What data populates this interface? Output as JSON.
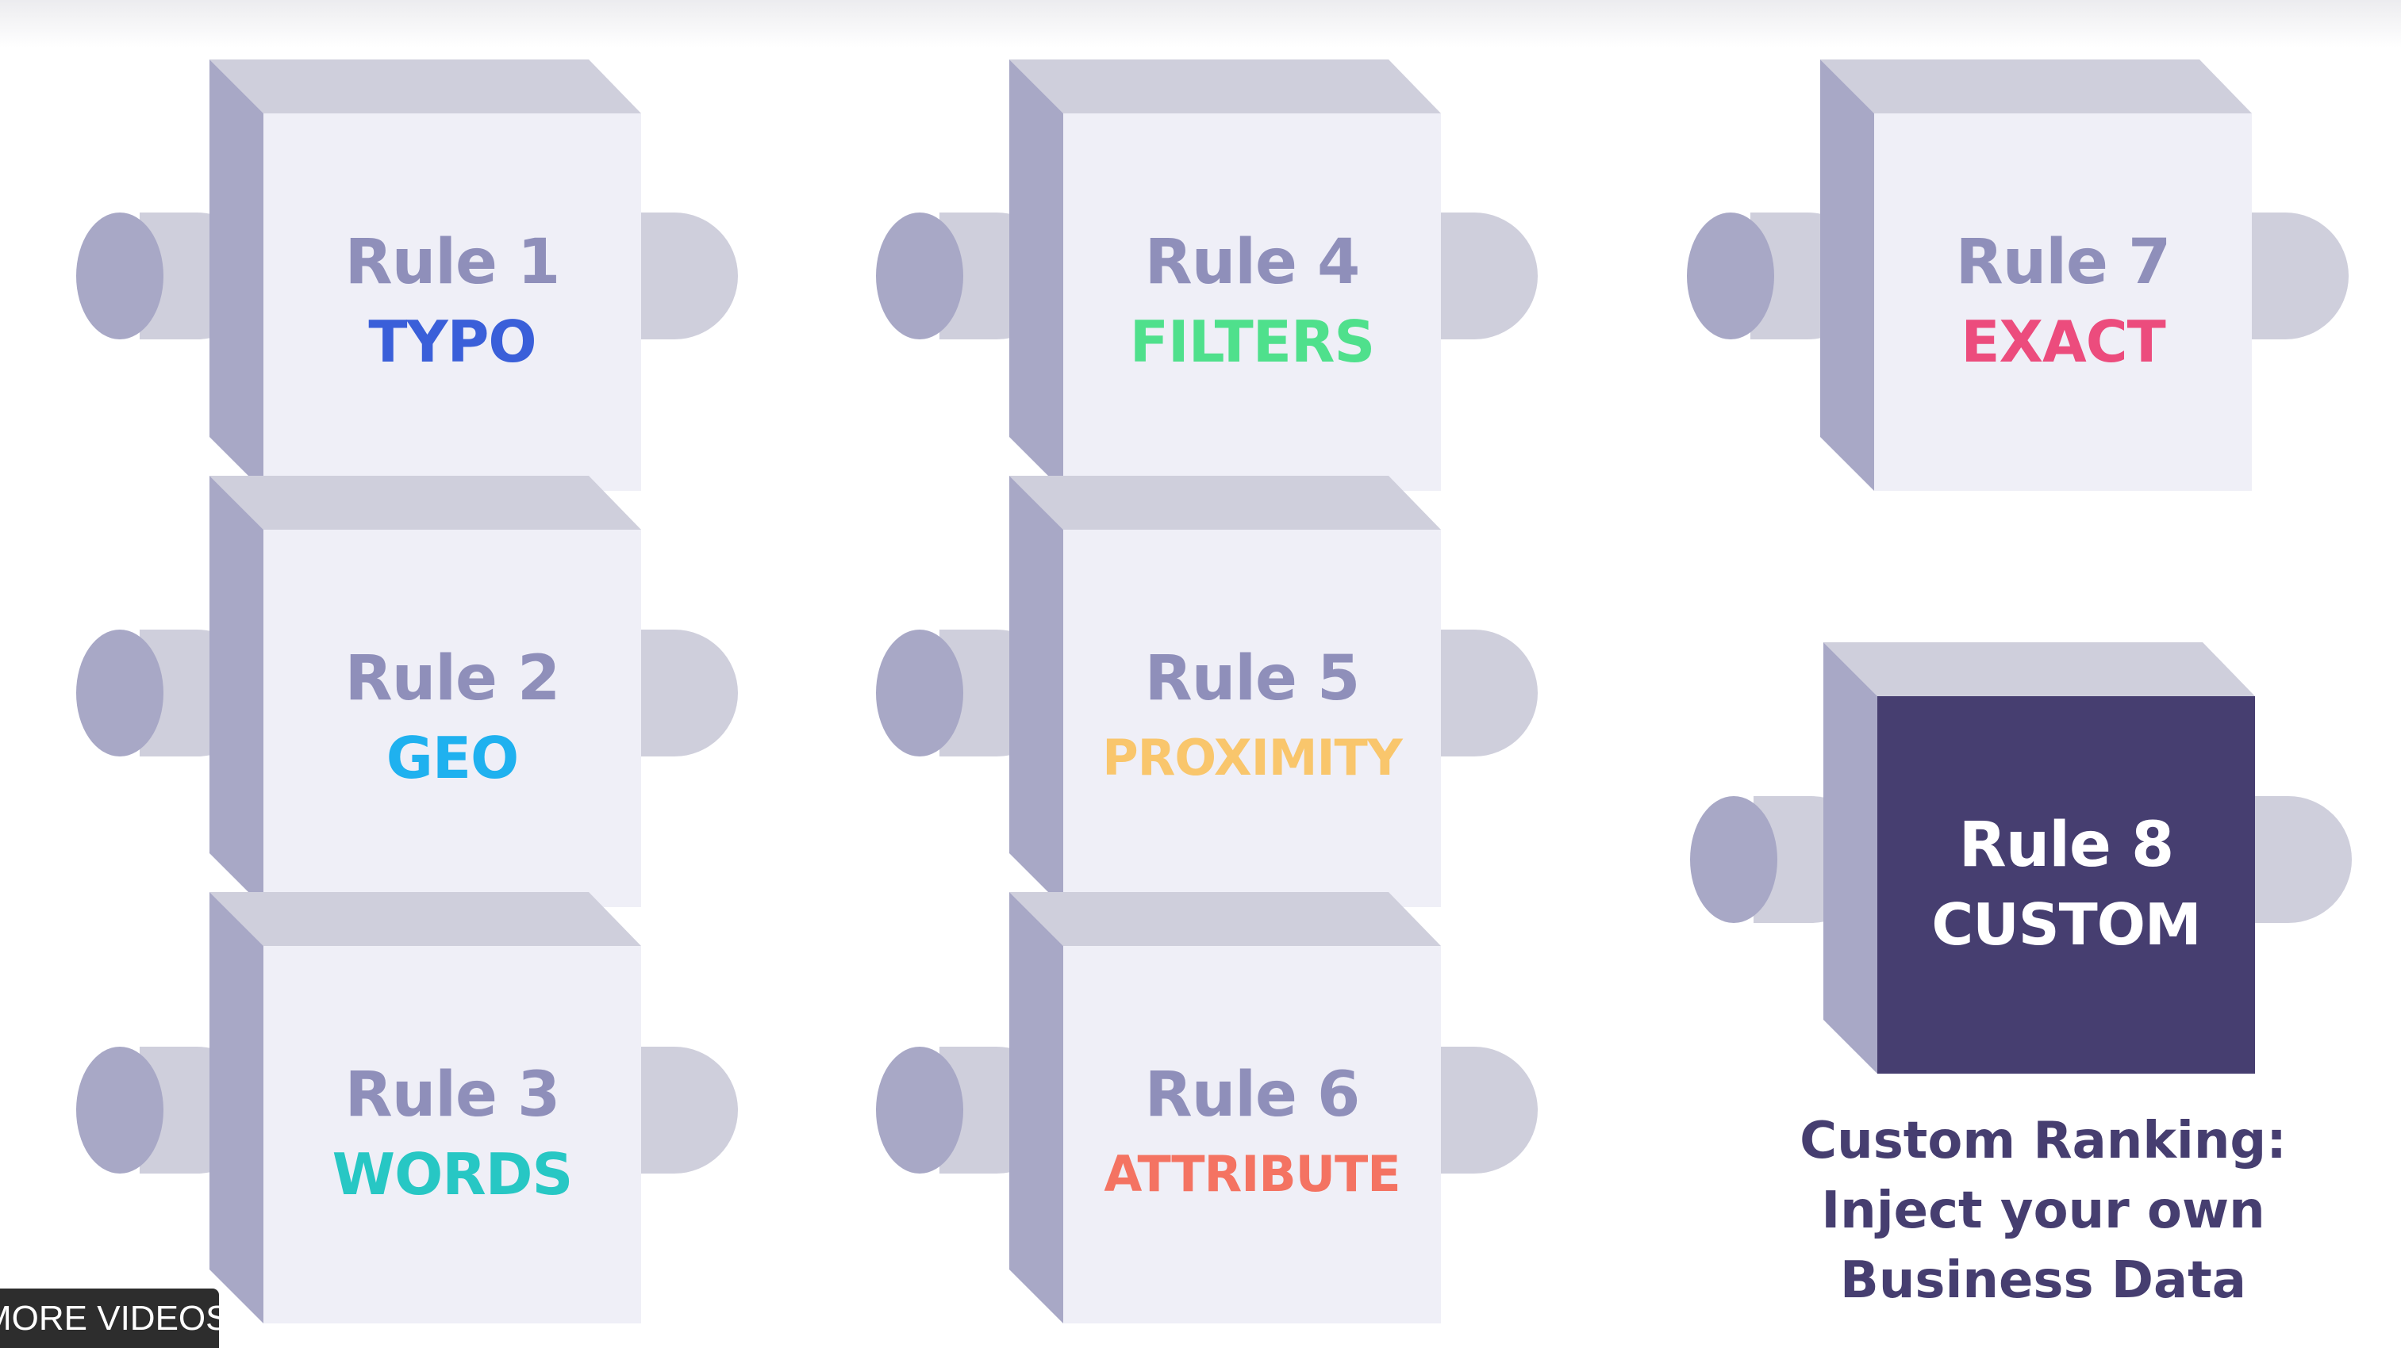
{
  "rules": [
    {
      "id": "1",
      "label": "Rule 1",
      "name": "TYPO",
      "color": "#3a5fd9"
    },
    {
      "id": "2",
      "label": "Rule 2",
      "name": "GEO",
      "color": "#1fb1ef"
    },
    {
      "id": "3",
      "label": "Rule 3",
      "name": "WORDS",
      "color": "#27c7c4"
    },
    {
      "id": "4",
      "label": "Rule 4",
      "name": "FILTERS",
      "color": "#4fe08c"
    },
    {
      "id": "5",
      "label": "Rule 5",
      "name": "PROXIMITY",
      "color": "#f9c66c"
    },
    {
      "id": "6",
      "label": "Rule 6",
      "name": "ATTRIBUTE",
      "color": "#f47362"
    },
    {
      "id": "7",
      "label": "Rule 7",
      "name": "EXACT",
      "color": "#ec4c7d"
    },
    {
      "id": "8",
      "label": "Rule 8",
      "name": "CUSTOM",
      "color": "#ffffff",
      "highlight": "#463e70"
    }
  ],
  "caption": {
    "line1": "Custom Ranking:",
    "line2": "Inject your own",
    "line3": "Business Data"
  },
  "more_videos_label": "MORE VIDEOS"
}
